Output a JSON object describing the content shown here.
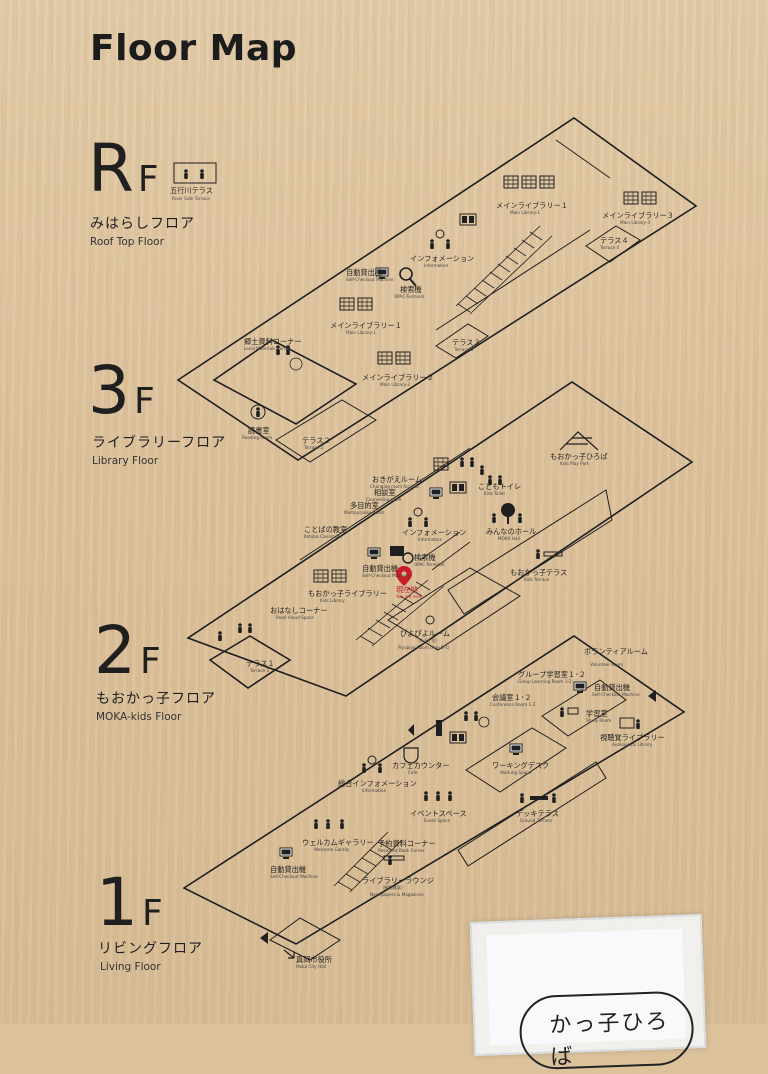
{
  "title": "Floor Map",
  "floors": [
    {
      "num": "R",
      "suffix": "F",
      "jp": "みはらしフロア",
      "en": "Roof Top Floor"
    },
    {
      "num": "3",
      "suffix": "F",
      "jp": "ライブラリーフロア",
      "en": "Library Floor"
    },
    {
      "num": "2",
      "suffix": "F",
      "jp": "もおかっ子フロア",
      "en": "MOKA-kids Floor"
    },
    {
      "num": "1",
      "suffix": "F",
      "jp": "リビングフロア",
      "en": "Living Floor"
    }
  ],
  "rf": {
    "terrace": {
      "jp": "五行川テラス",
      "en": "River Side Terrace"
    }
  },
  "f3": {
    "main1": {
      "jp": "メインライブラリー１",
      "en": "Main Library-1"
    },
    "main3": {
      "jp": "メインライブラリー３",
      "en": "Main Library-3"
    },
    "terrace4": {
      "jp": "テラス４",
      "en": "Terrace 4"
    },
    "info": {
      "jp": "インフォメーション",
      "en": "Information"
    },
    "selfcheck": {
      "jp": "自動貸出機",
      "en": "Self-Checkout Machine"
    },
    "opac": {
      "jp": "検索機",
      "en": "OPAC-Terminal"
    },
    "main1b": {
      "jp": "メインライブラリー１",
      "en": "Main Library-1"
    },
    "local": {
      "jp": "郷土資料コーナー",
      "en": "Local Materials Corner"
    },
    "terrace3": {
      "jp": "テラス３",
      "en": "Terrace 3"
    },
    "main2": {
      "jp": "メインライブラリー２",
      "en": "Main Library-2"
    },
    "reading": {
      "jp": "読書室",
      "en": "Reading Room"
    },
    "terrace2": {
      "jp": "テラス２",
      "en": "Terrace 2"
    }
  },
  "f2": {
    "playpark": {
      "jp": "もおかっ子ひろば",
      "en": "Kids Play Park"
    },
    "changing": {
      "jp": "おきがえルーム",
      "en": "Changing room for kids"
    },
    "toilet": {
      "jp": "こどもトイレ",
      "en": "Kids Toilet"
    },
    "counseling": {
      "jp": "相談室",
      "en": "Counseling room"
    },
    "multi": {
      "jp": "多目的室",
      "en": "Multipurpose Room"
    },
    "kotoba": {
      "jp": "ことばの教室",
      "en": "Kotoba Classroom"
    },
    "info": {
      "jp": "インフォメーション",
      "en": "Information"
    },
    "hall": {
      "jp": "みんなのホール",
      "en": "MOKA Hall"
    },
    "selfcheck": {
      "jp": "自動貸出機",
      "en": "Self-Checkout Machine"
    },
    "opac": {
      "jp": "検索機",
      "en": "OPAC-Terminal"
    },
    "here": {
      "jp": "現在地",
      "en": "You are here"
    },
    "kidsterrace": {
      "jp": "もおかっ子テラス",
      "en": "Kids Terrace"
    },
    "kidslib": {
      "jp": "もおかっ子ライブラリー",
      "en": "Kids Library"
    },
    "readaloud": {
      "jp": "おはなしコーナー",
      "en": "Read Aloud Space"
    },
    "piyo": {
      "jp": "ぴよぴよルーム",
      "sub": "（0-1才児）",
      "en": "Piyopiyo Room (Age 0-1)"
    },
    "terrace1": {
      "jp": "テラス１",
      "en": "Terrace 1"
    }
  },
  "f1": {
    "volunteer": {
      "jp": "ボランティアルーム",
      "en": "Volunteer Room"
    },
    "group": {
      "jp": "グループ学習室１･２",
      "en": "Group Learning Room 1-2"
    },
    "selfcheck": {
      "jp": "自動貸出機",
      "en": "Self-Checkout Machine"
    },
    "conference": {
      "jp": "会議室１･２",
      "en": "Conference Room 1-2"
    },
    "study": {
      "jp": "学習室",
      "en": "Study Room"
    },
    "av": {
      "jp": "視聴覚ライブラリー",
      "en": "Audiovisual Library"
    },
    "cafe": {
      "jp": "カフェカウンター",
      "en": "Cafe"
    },
    "working": {
      "jp": "ワーキングデスク",
      "en": "Working Space"
    },
    "info": {
      "jp": "総合インフォメーション",
      "en": "Information"
    },
    "event": {
      "jp": "イベントスペース",
      "en": "Event Space"
    },
    "deck": {
      "jp": "デッキテラス",
      "en": "Ground Terrace"
    },
    "gallery": {
      "jp": "ウェルカムギャラリー",
      "en": "Welcome Garally"
    },
    "reserved": {
      "jp": "予約資料コーナー",
      "en": "Reserved Book Corner"
    },
    "selfcheck2": {
      "jp": "自動貸出機",
      "en": "Self-Checkout Machine"
    },
    "lounge": {
      "jp": "ライブラリーラウンジ",
      "sub": "（新聞雑誌）",
      "en": "Newspapers & Magazines"
    },
    "cityhall": {
      "jp": "真岡市役所",
      "en": "Moka City Hall"
    }
  },
  "card": {
    "text": "かっ子ひろば"
  },
  "colors": {
    "ink": "#1f1f1f",
    "here_marker": "#c8202a",
    "wood": "#dcc29b"
  }
}
